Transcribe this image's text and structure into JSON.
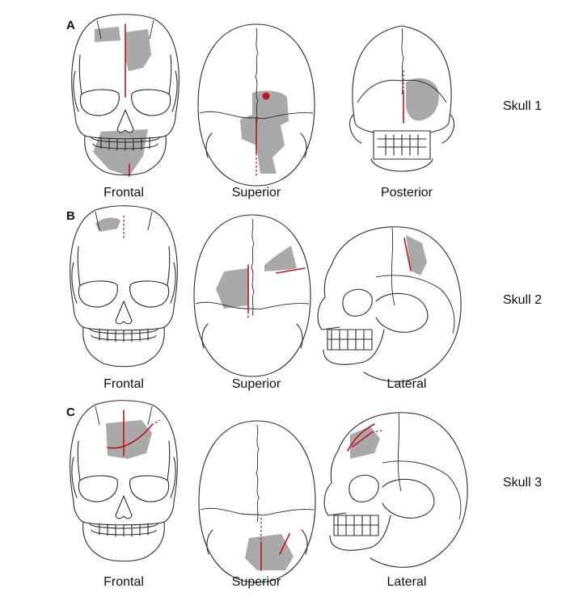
{
  "panels": [
    {
      "letter": "A",
      "skull": "Skull 1",
      "views": [
        "Frontal",
        "Superior",
        "Posterior"
      ]
    },
    {
      "letter": "B",
      "skull": "Skull 2",
      "views": [
        "Frontal",
        "Superior",
        "Lateral"
      ]
    },
    {
      "letter": "C",
      "skull": "Skull 3",
      "views": [
        "Frontal",
        "Superior",
        "Lateral"
      ]
    }
  ],
  "colors": {
    "lesion": "#a9a9a9",
    "fracture": "#c0141b",
    "outline": "#2a2a2a"
  }
}
